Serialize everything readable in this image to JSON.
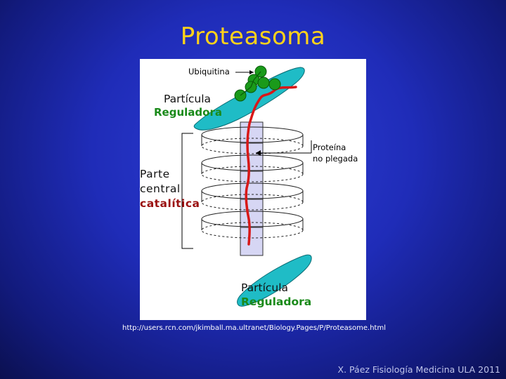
{
  "title": "Proteasoma",
  "labels": {
    "ubiquitin": "Ubiquitina",
    "top_particle_line1": "Partícula",
    "top_particle_line2": "Reguladora",
    "protein_line1": "Proteína",
    "protein_line2": "no plegada",
    "core_line1": "Parte",
    "core_line2": "central",
    "core_line3": "catalítica",
    "bottom_particle_line1": "Partícula",
    "bottom_particle_line2": "Reguladora"
  },
  "source_url": "http://users.rcn.com/jkimball.ma.ultranet/Biology.Pages/P/Proteasome.html",
  "footer": "X. Páez Fisiología Medicina ULA 2011",
  "colors": {
    "title": "#ffd21a",
    "regulatory_particle": "#1fbcc6",
    "ubiquitin": "#1a9a1a",
    "protein_chain": "#d81818",
    "channel": "#d6d6f4",
    "highlight_text": "#1a8a1a",
    "catalytic_text": "#9a1010"
  }
}
